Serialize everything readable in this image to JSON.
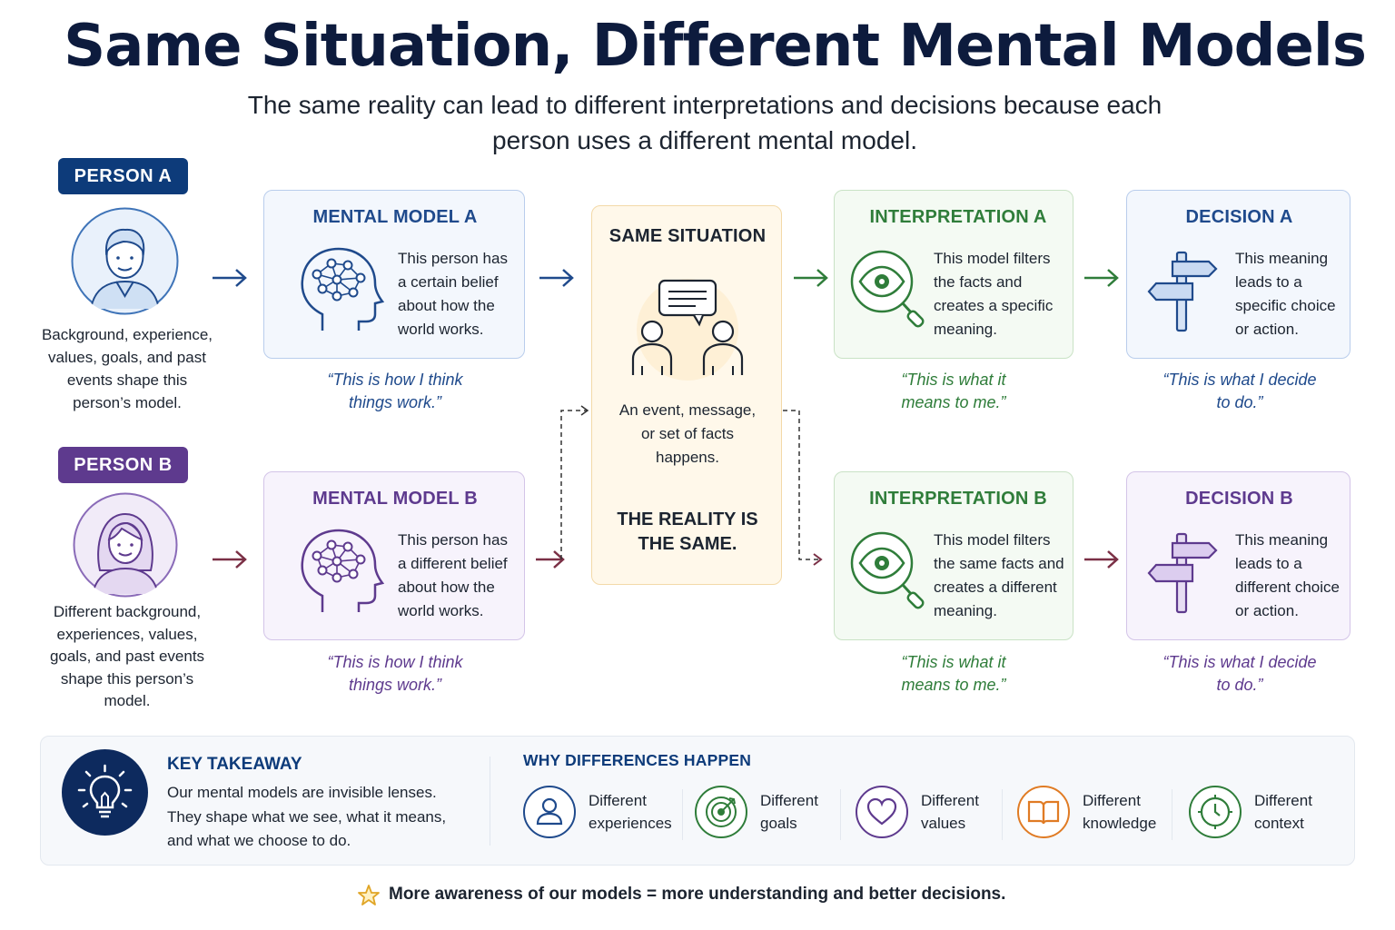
{
  "title": "Same Situation, Different Mental Models",
  "subtitle": "The same reality can lead to different interpretations and decisions because each person uses a different mental model.",
  "person_a": {
    "badge": "PERSON A",
    "description": "Background, experience, values, goals, and past events shape this person’s model."
  },
  "person_b": {
    "badge": "PERSON B",
    "description": "Different background, experiences, values, goals, and past events shape this person’s model."
  },
  "mental_model_a": {
    "title": "MENTAL MODEL A",
    "body": "This person has a certain belief about how the world works.",
    "quote": "“This is how I think things work.”"
  },
  "mental_model_b": {
    "title": "MENTAL MODEL B",
    "body": "This person has a different belief about how the world works.",
    "quote": "“This is how I think things work.”"
  },
  "situation": {
    "title": "SAME SITUATION",
    "body": "An event, message, or set of facts happens.",
    "statement": "THE REALITY IS THE SAME."
  },
  "interpretation_a": {
    "title": "INTERPRETATION A",
    "body": "This model filters the facts and creates a specific meaning.",
    "quote": "“This is what it means to me.”"
  },
  "interpretation_b": {
    "title": "INTERPRETATION B",
    "body": "This model filters the same facts and creates a different meaning.",
    "quote": "“This is what it means to me.”"
  },
  "decision_a": {
    "title": "DECISION A",
    "body": "This meaning leads to a specific choice or action.",
    "quote": "“This is what I decide to do.”"
  },
  "decision_b": {
    "title": "DECISION B",
    "body": "This meaning leads to a different choice or action.",
    "quote": "“This is what I decide to do.”"
  },
  "key_takeaway": {
    "title": "KEY TAKEAWAY",
    "body": "Our mental models are invisible lenses. They shape what we see, what it means, and what we choose to do."
  },
  "why_differences": {
    "title": "WHY DIFFERENCES HAPPEN",
    "items": [
      {
        "label": "Different experiences",
        "icon": "person-icon",
        "color": "#1f4a8c"
      },
      {
        "label": "Different goals",
        "icon": "target-icon",
        "color": "#2f7d3a"
      },
      {
        "label": "Different values",
        "icon": "heart-icon",
        "color": "#5e3a8e"
      },
      {
        "label": "Different knowledge",
        "icon": "book-icon",
        "color": "#e07b24"
      },
      {
        "label": "Different context",
        "icon": "clock-icon",
        "color": "#2f7d3a"
      }
    ]
  },
  "footer": "More awareness of our models = more understanding and better decisions.",
  "colors": {
    "navy": "#0d3b7a",
    "purple": "#5e3a8e",
    "green": "#2f7d3a",
    "wine": "#7a2f45",
    "situation_bg": "#fff7e8",
    "situation_border": "#f3d9a8"
  }
}
